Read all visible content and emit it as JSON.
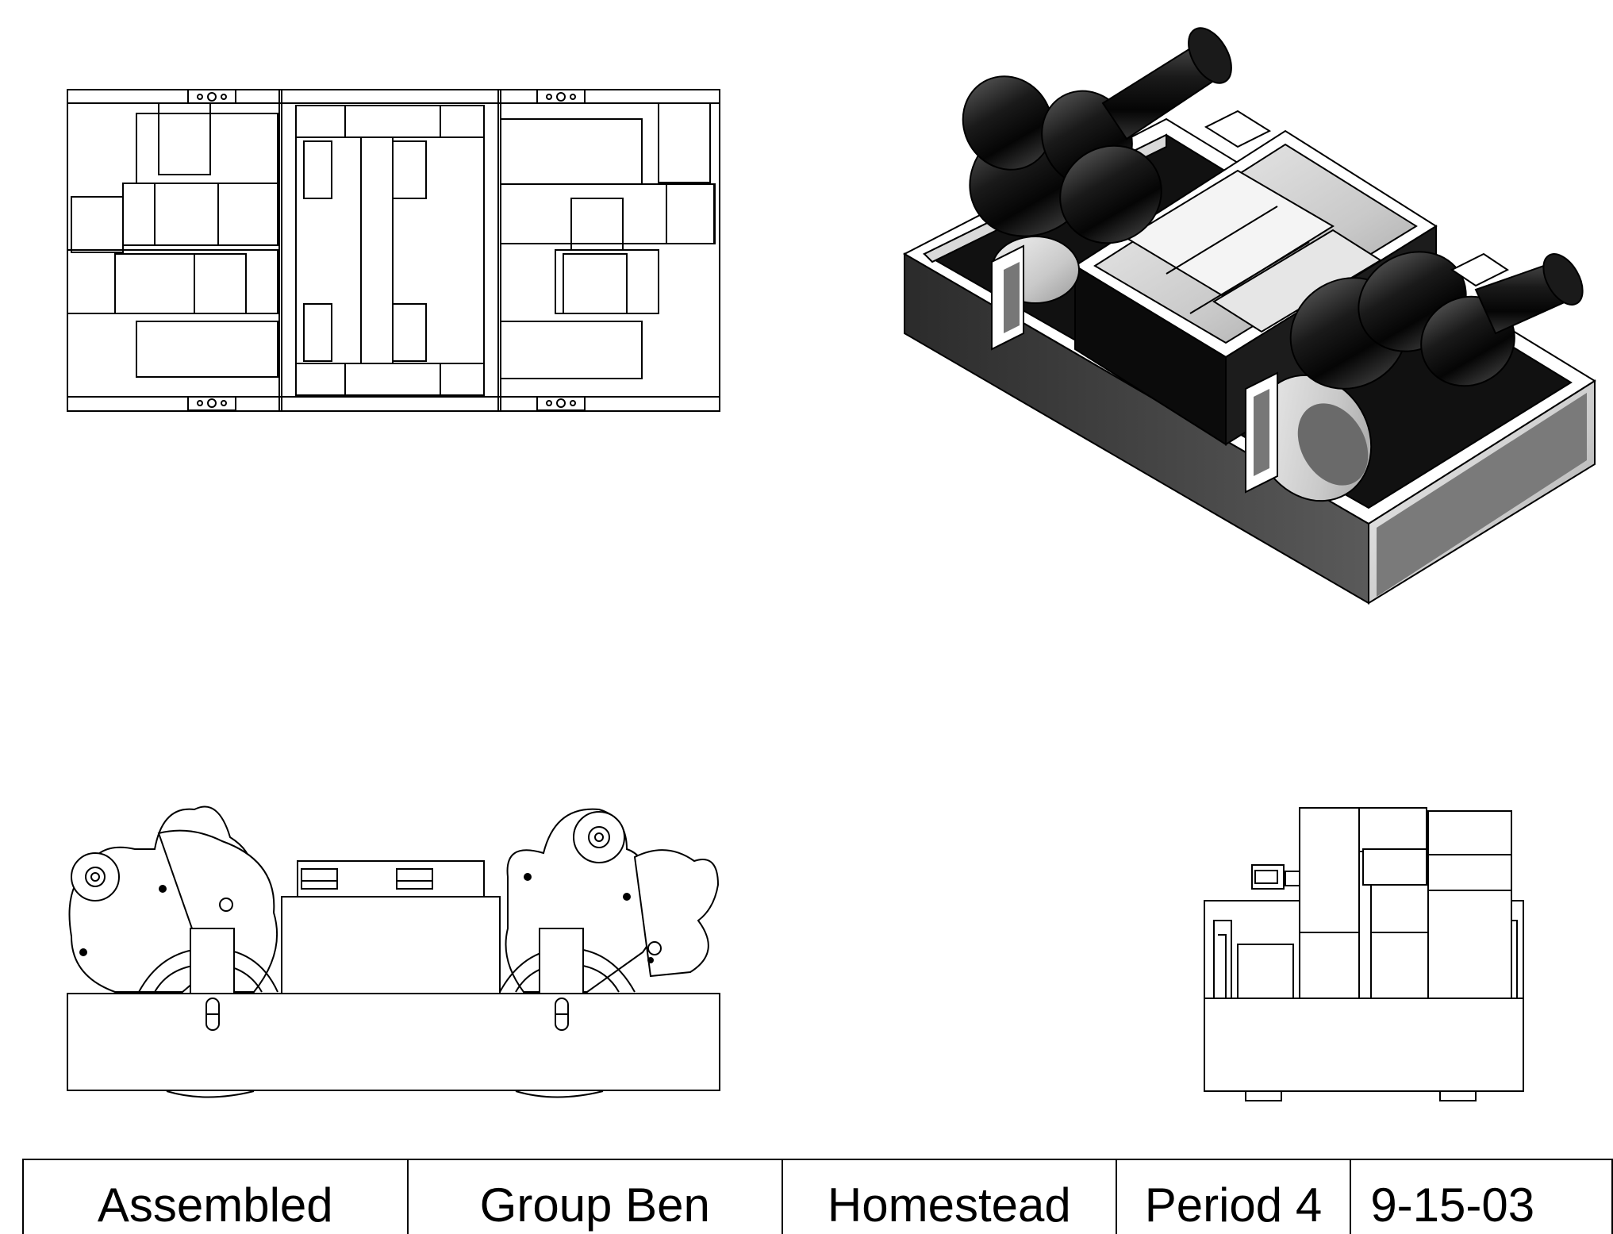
{
  "title_block": {
    "title": "Assembled",
    "group": "Group Ben",
    "school": "Homestead",
    "period": "Period 4",
    "date": "9-15-03"
  },
  "views": {
    "top": "top-view",
    "isometric": "isometric-view",
    "side": "side-view",
    "front": "front-view"
  },
  "colors": {
    "line": "#000000",
    "paper": "#ffffff",
    "shade_dark": "#1a1a1a",
    "shade_mid": "#555555",
    "shade_light": "#bdbdbd"
  }
}
